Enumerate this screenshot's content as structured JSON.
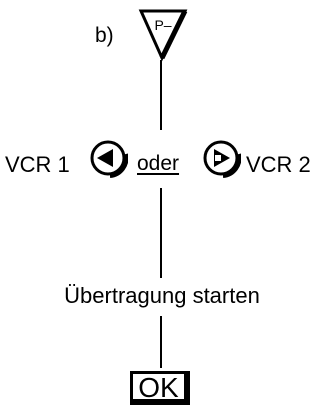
{
  "labels": {
    "step_label": "b)",
    "p_minus_key": "P–",
    "vcr1": "VCR 1",
    "oder": "oder",
    "vcr2": "VCR 2",
    "start_transfer": "Übertragung starten",
    "ok": "OK"
  },
  "icons": {
    "p_minus": "triangle-key-icon",
    "left": "circle-arrow-left-icon",
    "right": "circle-arrow-right-icon"
  }
}
